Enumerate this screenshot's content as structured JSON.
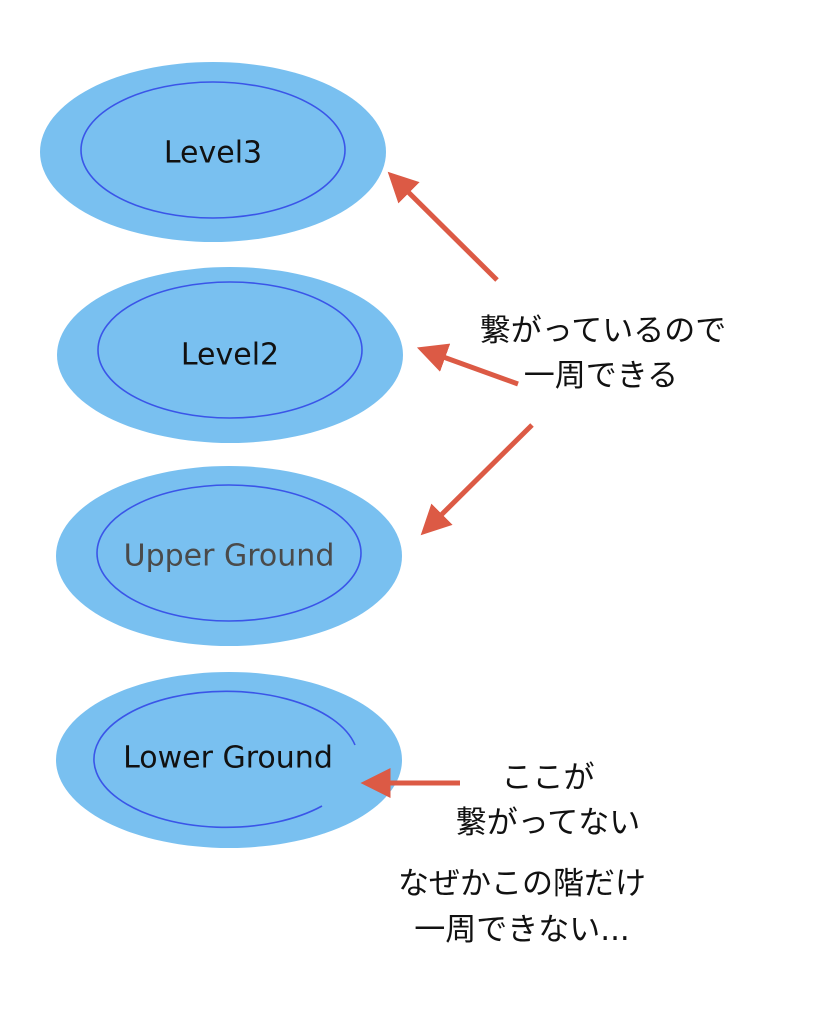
{
  "colors": {
    "ellipse_fill": "#79c0f0",
    "ring_stroke": "#3a55e8",
    "arrow": "#dc5a45",
    "label_text": "#111111",
    "label_text_muted": "#4a4a4a",
    "note_text": "#111111"
  },
  "levels": [
    {
      "id": "level3",
      "label": "Level3",
      "ring": "closed"
    },
    {
      "id": "level2",
      "label": "Level2",
      "ring": "closed"
    },
    {
      "id": "upper-ground",
      "label": "Upper Ground",
      "ring": "closed"
    },
    {
      "id": "lower-ground",
      "label": "Lower Ground",
      "ring": "open"
    }
  ],
  "notes": {
    "connected": {
      "line1": "繋がっているので",
      "line2": "一周できる"
    },
    "not_connected": {
      "line1": "ここが",
      "line2": "繋がってない"
    },
    "question": {
      "line1": "なぜかこの階だけ",
      "line2": "一周できない..."
    }
  }
}
